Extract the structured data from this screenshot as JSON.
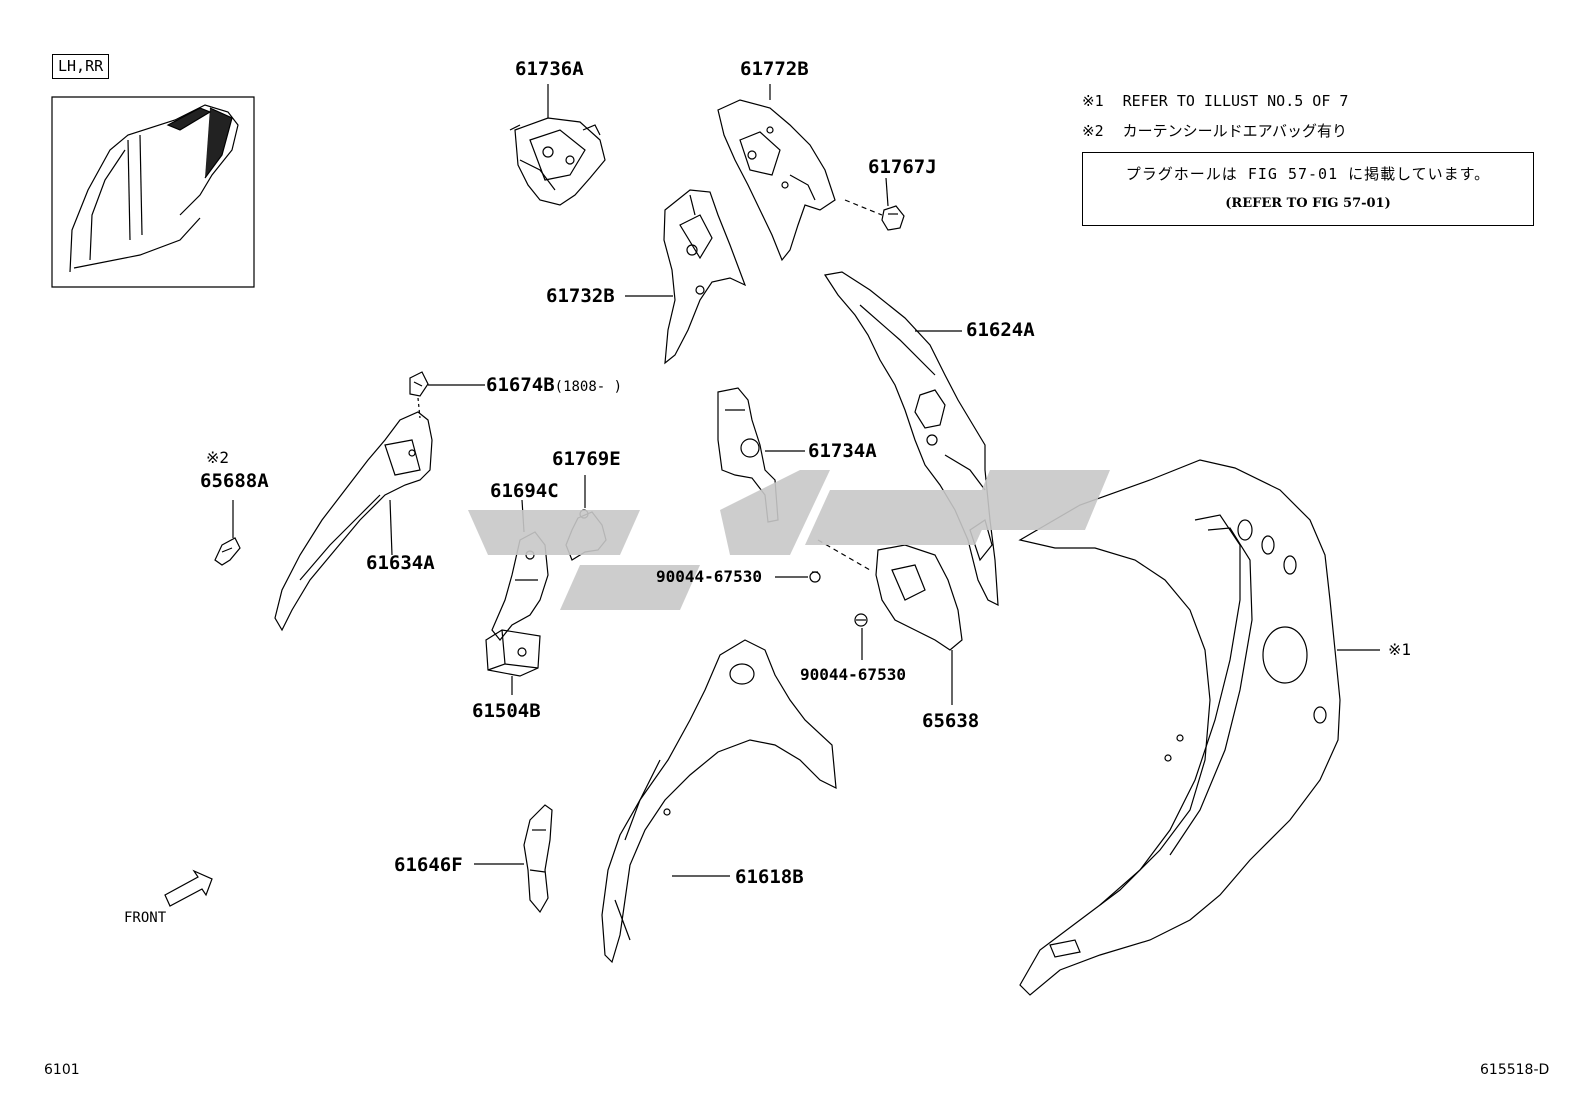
{
  "region_label": "LH,RR",
  "notes": [
    {
      "mark": "※1",
      "text": "REFER TO ILLUST NO.5 OF 7"
    },
    {
      "mark": "※2",
      "text": "カーテンシールドエアバッグ有り"
    }
  ],
  "plug_box": {
    "line1": "プラグホールは FIG 57-01 に掲載しています。",
    "line2": "(REFER TO FIG 57-01)"
  },
  "parts": {
    "p61736A": "61736A",
    "p61772B": "61772B",
    "p61767J": "61767J",
    "p61732B": "61732B",
    "p61624A": "61624A",
    "p61674B": "61674B",
    "p61674B_note": "(1808-     )",
    "p61734A": "61734A",
    "p61769E": "61769E",
    "p61694C": "61694C",
    "p65688A_mark": "※2",
    "p65688A": "65688A",
    "p61634A": "61634A",
    "p90044a": "90044-67530",
    "p90044b": "90044-67530",
    "p65638": "65638",
    "p61504B": "61504B",
    "p61646F": "61646F",
    "p61618B": "61618B",
    "p_ref1": "※1"
  },
  "front_label": "FRONT",
  "footer": {
    "left": "6101",
    "right": "615518-D"
  },
  "colors": {
    "line": "#000000",
    "watermark": "#c8c8c8",
    "background": "#ffffff"
  }
}
